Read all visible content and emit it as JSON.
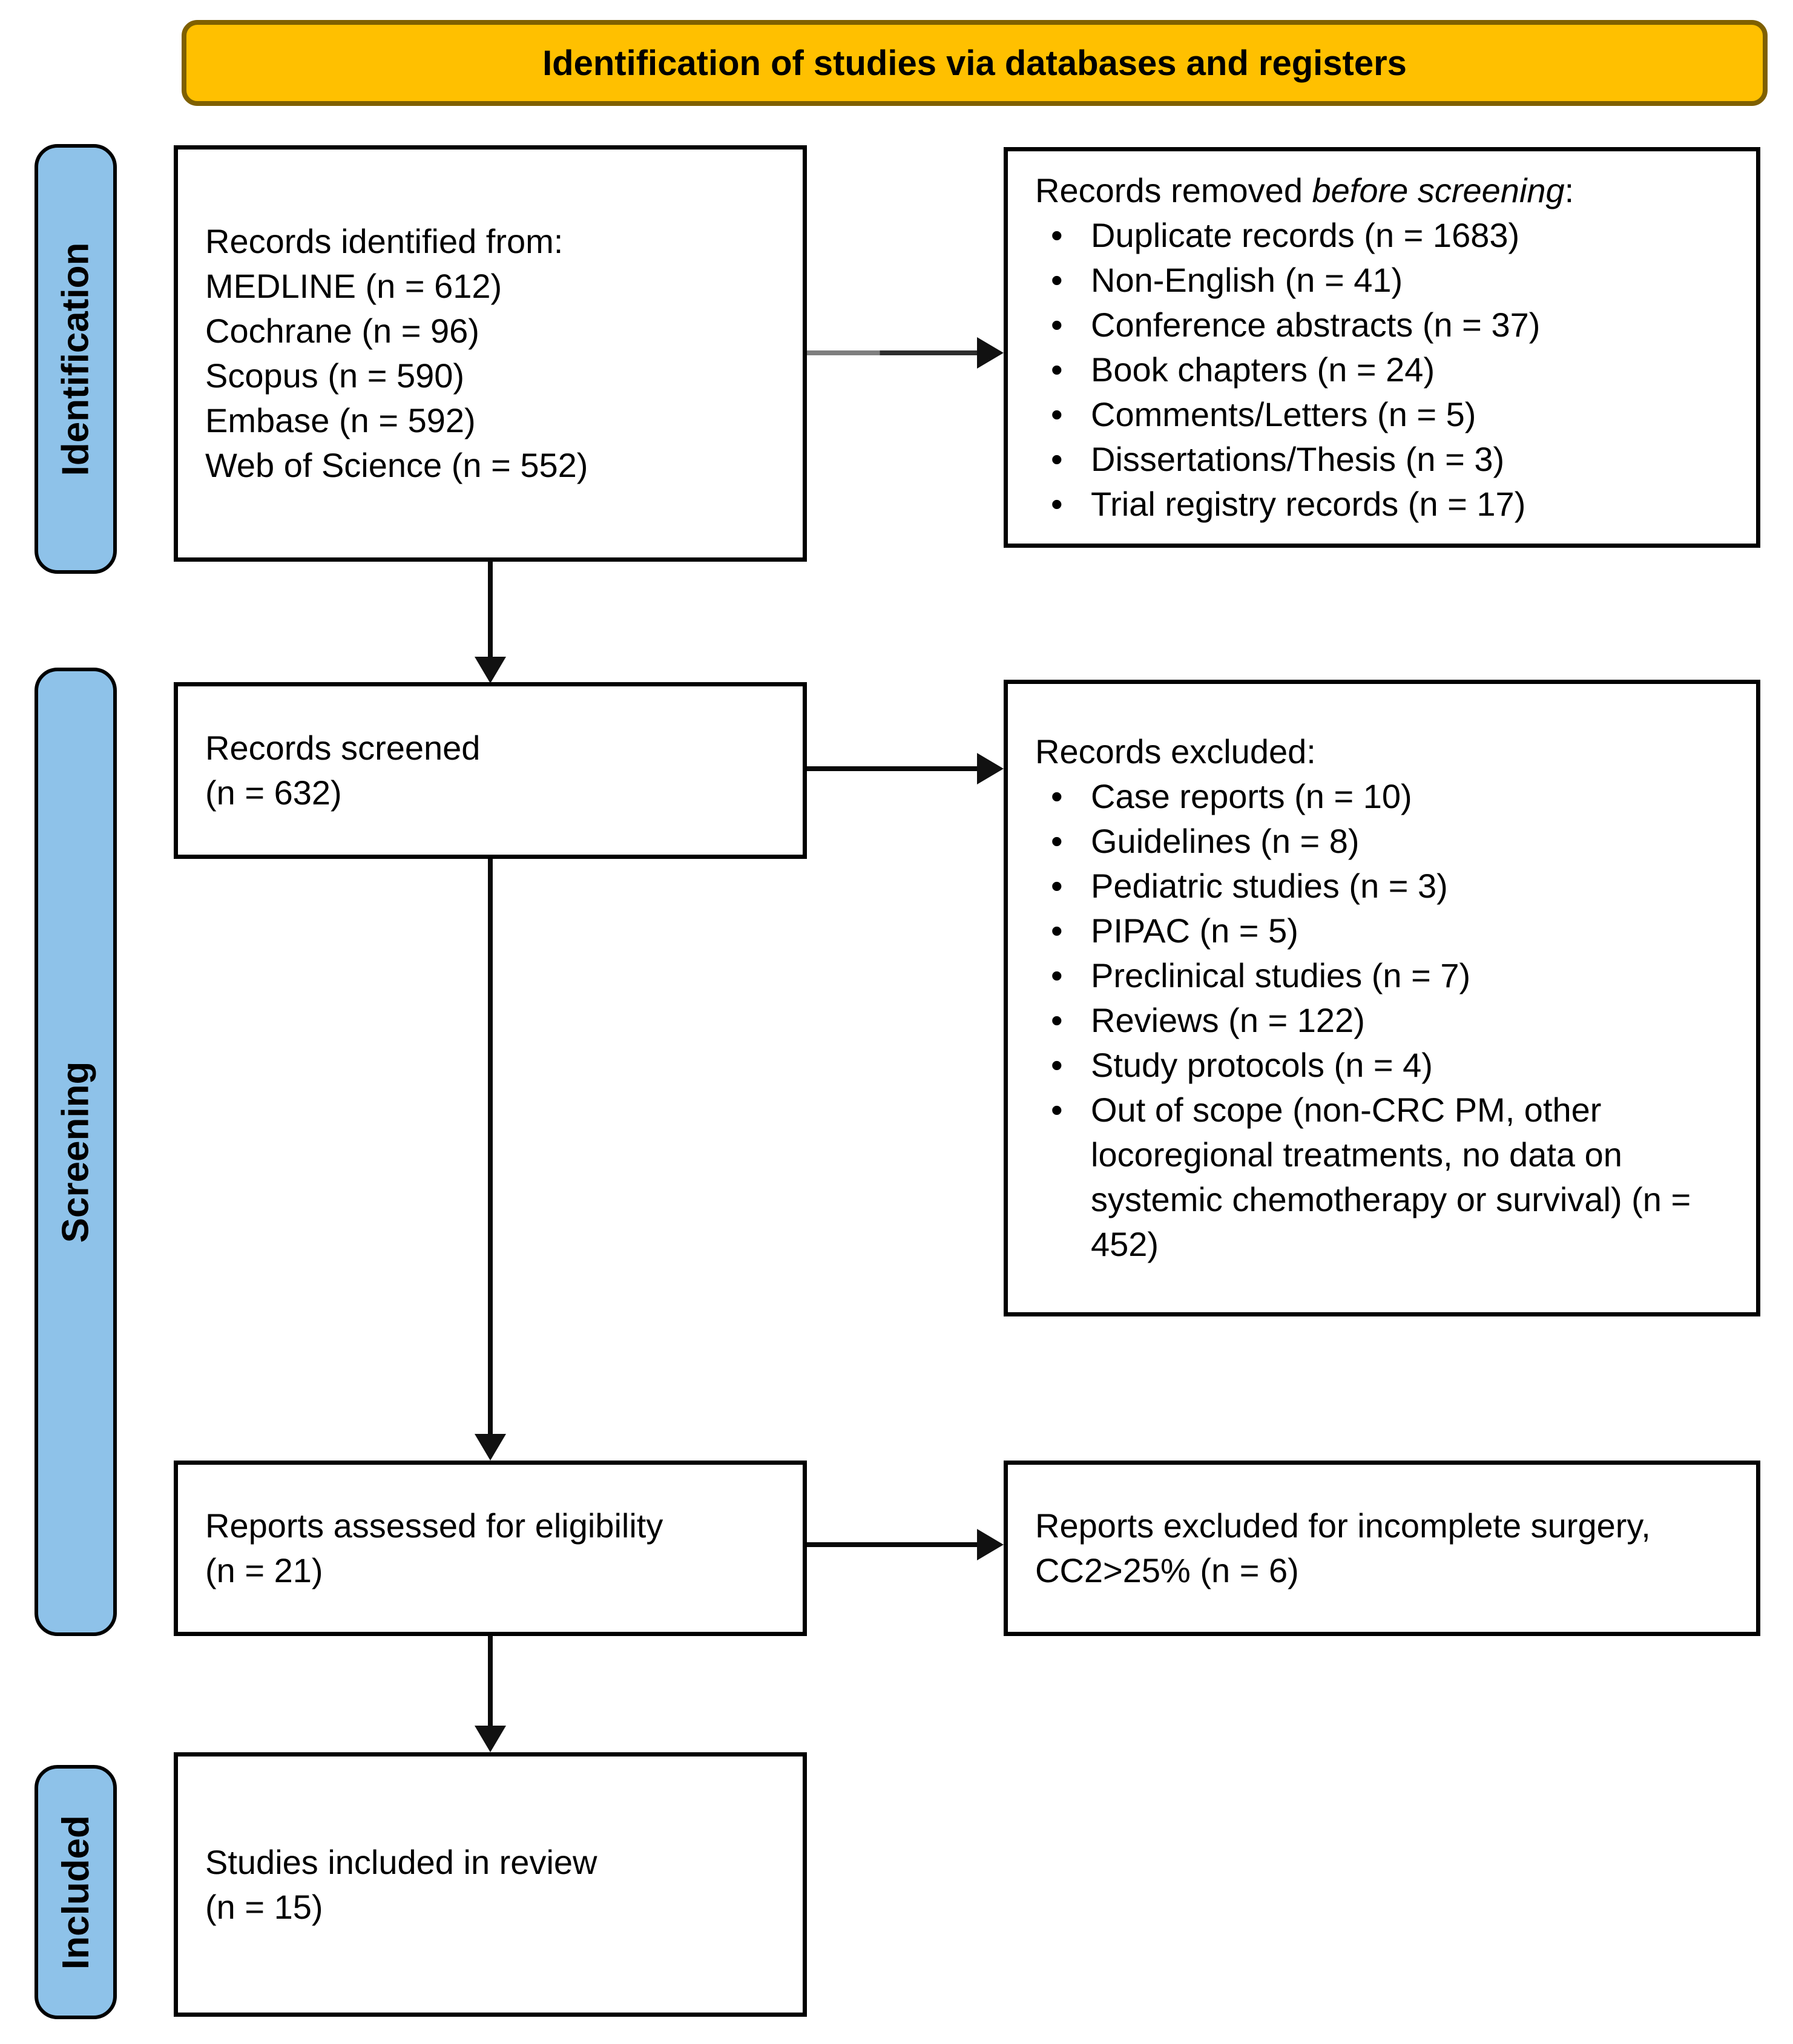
{
  "colors": {
    "banner-bg": "#FFC000",
    "banner-border": "#7F6000",
    "stage-bg": "#8EC2E9",
    "box-border": "#000000"
  },
  "banner": {
    "title": "Identification of studies via databases and registers"
  },
  "stages": {
    "identification": "Identification",
    "screening": "Screening",
    "included": "Included"
  },
  "boxes": {
    "identified": {
      "lines": [
        "Records identified from:",
        "MEDLINE (n = 612)",
        "Cochrane (n = 96)",
        "Scopus (n = 590)",
        "Embase (n = 592)",
        "Web of Science (n = 552)"
      ]
    },
    "removed": {
      "title_prefix": "Records removed ",
      "title_italic": "before screening",
      "title_suffix": ":",
      "bullets": [
        "Duplicate records (n = 1683)",
        "Non-English (n = 41)",
        "Conference abstracts (n = 37)",
        "Book chapters (n = 24)",
        "Comments/Letters (n = 5)",
        "Dissertations/Thesis (n = 3)",
        "Trial registry records (n = 17)"
      ]
    },
    "screened": {
      "lines": [
        "Records screened",
        "(n = 632)"
      ]
    },
    "excluded": {
      "title": "Records excluded:",
      "bullets": [
        "Case reports (n = 10)",
        "Guidelines (n = 8)",
        "Pediatric studies (n = 3)",
        "PIPAC (n = 5)",
        "Preclinical studies (n = 7)",
        "Reviews (n = 122)",
        "Study protocols (n = 4)",
        "Out of scope (non-CRC PM, other locoregional treatments, no data on systemic chemotherapy or survival) (n = 452)"
      ]
    },
    "assessed": {
      "lines": [
        "Reports assessed for eligibility",
        "(n = 21)"
      ]
    },
    "reports_excluded": {
      "text": "Reports excluded for incomplete surgery, CC2>25% (n = 6)"
    },
    "included_studies": {
      "lines": [
        "Studies included in review",
        "(n = 15)"
      ]
    }
  }
}
